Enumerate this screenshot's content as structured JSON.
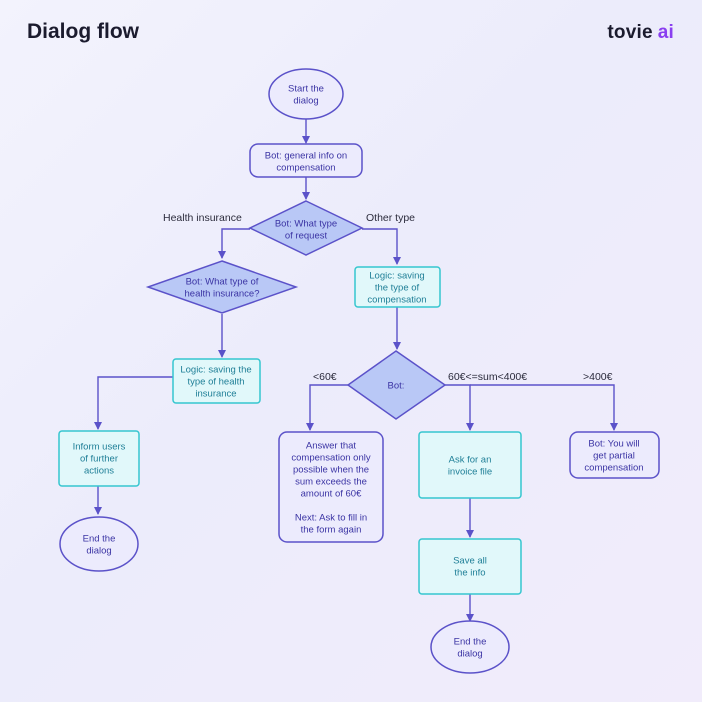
{
  "header": {
    "title": "Dialog flow"
  },
  "brand": {
    "name": "tovie",
    "suffix": "ai"
  },
  "colors": {
    "purple": "#5b52c9",
    "purple_fill": "#ecebfd",
    "blue_fill": "#b9c8f6",
    "teal": "#35c6cf",
    "teal_fill": "#e1f8fa",
    "teal_text": "#1f7f97",
    "arrow": "#5b52c9"
  },
  "nodes": {
    "start": {
      "lines": [
        "Start the",
        "dialog"
      ]
    },
    "general_info": {
      "lines": [
        "Bot: general info on",
        "compensation"
      ]
    },
    "request_type": {
      "lines": [
        "Bot: What type",
        "of request"
      ]
    },
    "insurance_type": {
      "lines": [
        "Bot: What type of",
        "health  insurance?"
      ]
    },
    "saving_comp_type": {
      "lines": [
        "Logic: saving",
        "the type of",
        "compensation"
      ]
    },
    "saving_health_type": {
      "lines": [
        "Logic: saving the",
        "type of health",
        "insurance"
      ]
    },
    "bot_sum": {
      "lines": [
        "Bot:"
      ]
    },
    "inform_users": {
      "lines": [
        "Inform users",
        "of  further",
        "actions"
      ]
    },
    "answer_min": {
      "lines": [
        "Answer that",
        "compensation only",
        "possible when the",
        "sum exceeds the",
        "amount of 60€",
        "",
        "Next: Ask to fill in",
        "the form again"
      ]
    },
    "ask_invoice": {
      "lines": [
        "Ask for an",
        "invoice file"
      ]
    },
    "partial_comp": {
      "lines": [
        "Bot: You will",
        "get  partial",
        "compensation"
      ]
    },
    "end_left": {
      "lines": [
        "End the",
        "dialog"
      ]
    },
    "save_info": {
      "lines": [
        "Save all",
        "the info"
      ]
    },
    "end_right": {
      "lines": [
        "End the",
        "dialog"
      ]
    }
  },
  "edge_labels": {
    "health_insurance": "Health insurance",
    "other_type": "Other type",
    "lt60": "<60€",
    "mid": "60€<=sum<400€",
    "gt400": ">400€"
  }
}
